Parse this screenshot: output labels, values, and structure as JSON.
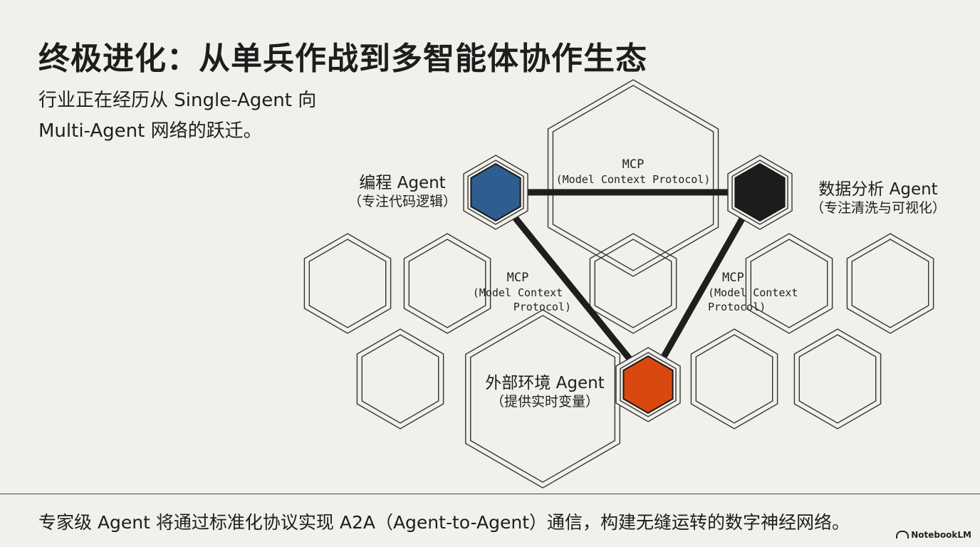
{
  "slide": {
    "title": "终极进化：从单兵作战到多智能体协作生态",
    "subtitle": "行业正在经历从 Single-Agent 向 Multi-Agent 网络的跃迁。",
    "footer": "专家级 Agent 将通过标准化协议实现 A2A（Agent-to-Agent）通信，构建无缝运转的数字神经网络。",
    "watermark": "NotebookLM"
  },
  "agents": {
    "coding": {
      "name": "编程 Agent",
      "desc": "（专注代码逻辑）",
      "color": "#2f5d8f"
    },
    "data": {
      "name": "数据分析 Agent",
      "desc": "（专注清洗与可视化）",
      "color": "#1c1c1c"
    },
    "env": {
      "name": "外部环境 Agent",
      "desc": "（提供实时变量）",
      "color": "#d9480f"
    }
  },
  "links": {
    "top": {
      "name": "MCP",
      "full": "(Model Context Protocol)"
    },
    "left": {
      "name": "MCP",
      "line1": "(Model Context",
      "line2": "Protocol)"
    },
    "right": {
      "name": "MCP",
      "line1": "(Model Context",
      "line2": "Protocol)"
    }
  }
}
